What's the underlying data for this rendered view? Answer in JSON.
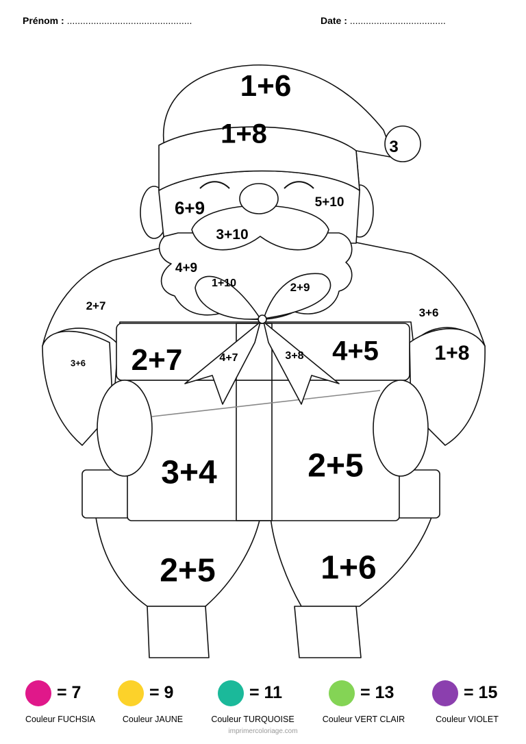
{
  "header": {
    "prenom_label": "Prénom :",
    "prenom_dots": "...............................................",
    "date_label": "Date :",
    "date_dots": "...................................."
  },
  "drawing_icon": "santa-claus-holding-gift",
  "regions": {
    "hat_top": "1+6",
    "hat_band": "1+8",
    "pompom": "3",
    "cheek_left": "6+9",
    "cheek_right": "5+10",
    "mustache": "3+10",
    "beard_left": "4+9",
    "bow_loop_left": "1+10",
    "bow_loop_right": "2+9",
    "arm_upper_left": "2+7",
    "arm_upper_right": "3+6",
    "sleeve_left": "3+6",
    "sleeve_right": "1+8",
    "gift_lid_left": "2+7",
    "gift_lid_right": "4+5",
    "ribbon_left": "4+7",
    "ribbon_right": "3+8",
    "gift_box_left": "3+4",
    "gift_box_right": "2+5",
    "leg_left": "2+5",
    "leg_right": "1+6"
  },
  "legend": [
    {
      "value": "= 7",
      "name": "Couleur FUCHSIA",
      "color": "#e0188a"
    },
    {
      "value": "= 9",
      "name": "Couleur JAUNE",
      "color": "#fcd22a"
    },
    {
      "value": "= 11",
      "name": "Couleur TURQUOISE",
      "color": "#1bb99a"
    },
    {
      "value": "= 13",
      "name": "Couleur VERT CLAIR",
      "color": "#84d455"
    },
    {
      "value": "= 15",
      "name": "Couleur VIOLET",
      "color": "#8b3fae"
    }
  ],
  "footer": "imprimercoloriage.com"
}
